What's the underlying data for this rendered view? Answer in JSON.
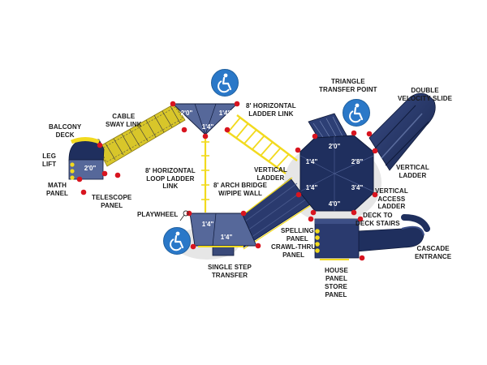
{
  "colors": {
    "deck": "#1f2f5e",
    "deck_line": "#5b6d9e",
    "roof": "#1b2a57",
    "post_cap": "#d8141f",
    "ladder_yellow": "#f2da1e",
    "ada_blue": "#2a78c8"
  },
  "labels": {
    "balcony_deck": [
      "BALCONY",
      "DECK"
    ],
    "leg_lift": [
      "LEG",
      "LIFT"
    ],
    "math_panel": [
      "MATH",
      "PANEL"
    ],
    "telescope_panel": [
      "TELESCOPE",
      "PANEL"
    ],
    "cable_sway_link": [
      "CABLE",
      "SWAY LINK"
    ],
    "horizontal_loop_ladder": [
      "8' HORIZONTAL",
      "LOOP LADDER",
      "LINK"
    ],
    "playwheel": [
      "PLAYWHEEL"
    ],
    "arch_bridge": [
      "8' ARCH BRIDGE",
      "W/PIPE WALL"
    ],
    "single_step_transfer": [
      "SINGLE STEP",
      "TRANSFER"
    ],
    "horizontal_ladder_link": [
      "8' HORIZONTAL",
      "LADDER LINK"
    ],
    "triangle_transfer_point": [
      "TRIANGLE",
      "TRANSFER POINT"
    ],
    "double_velocity_slide": [
      "DOUBLE",
      "VELOCITY SLIDE"
    ],
    "vertical_ladder_left": [
      "VERTICAL",
      "LADDER"
    ],
    "vertical_ladder_right": [
      "VERTICAL",
      "LADDER"
    ],
    "vertical_access_ladder": [
      "VERTICAL",
      "ACCESS",
      "LADDER"
    ],
    "deck_to_deck_stairs": [
      "DECK TO",
      "DECK STAIRS"
    ],
    "spelling_panel": [
      "SPELLING",
      "PANEL"
    ],
    "crawl_thru_panel": [
      "CRAWL-THRU",
      "PANEL"
    ],
    "cascade_entrance": [
      "CASCADE",
      "ENTRANCE"
    ],
    "house_panel": [
      "HOUSE",
      "PANEL"
    ],
    "store_panel": [
      "STORE",
      "PANEL"
    ]
  },
  "dimensions": {
    "balcony": "2'0\"",
    "upper_tri_left": "2'0\"",
    "upper_tri_right": "1'4\"",
    "upper_tri_mid": "1'4\"",
    "lower_tri_left": "1'4\"",
    "lower_tri_right": "1'4\"",
    "hex_top": "2'0\"",
    "hex_upper_left": "1'4\"",
    "hex_upper_right": "2'8\"",
    "hex_lower_left": "1'4\"",
    "hex_lower_right": "3'4\"",
    "hex_bottom": "4'0\""
  },
  "icons": [
    "accessibility-icon",
    "accessibility-icon",
    "accessibility-icon"
  ]
}
